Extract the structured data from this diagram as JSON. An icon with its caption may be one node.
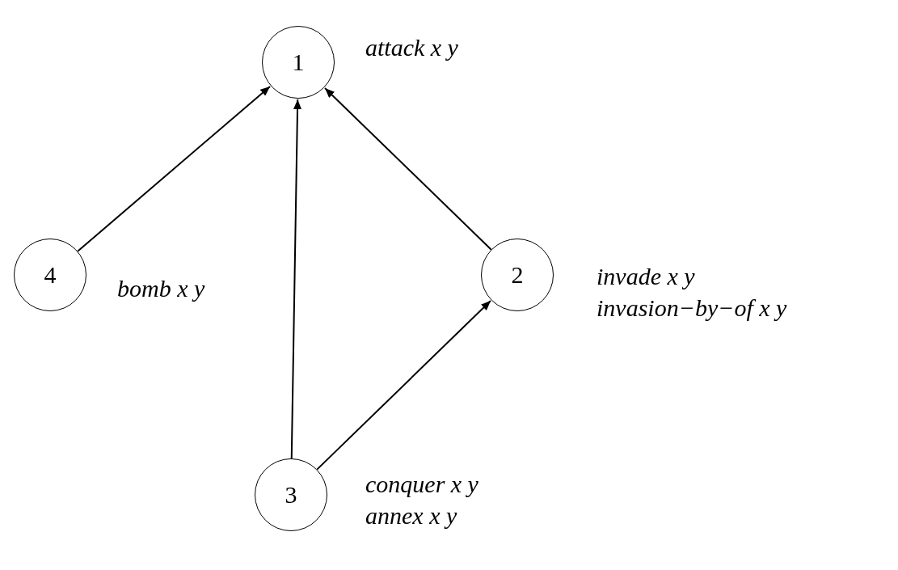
{
  "diagram": {
    "nodes": [
      {
        "text": [
          "1"
        ],
        "beside": [
          "attack x y"
        ]
      },
      {
        "text": [
          "4"
        ],
        "beside": [
          "bomb x y"
        ]
      },
      {
        "text": [
          "2"
        ],
        "beside": [
          "invade x y",
          "invasion−by−of x y"
        ]
      },
      {
        "text": [
          "3"
        ],
        "beside": [
          "conquer x y",
          "annex x y"
        ]
      }
    ],
    "edges": [
      {
        "from": 1,
        "to": 0,
        "arrow": "to"
      },
      {
        "from": 3,
        "to": 0,
        "arrow": "to"
      },
      {
        "from": 2,
        "to": 0,
        "arrow": "to"
      },
      {
        "from": 3,
        "to": 2,
        "arrow": "to"
      }
    ]
  }
}
